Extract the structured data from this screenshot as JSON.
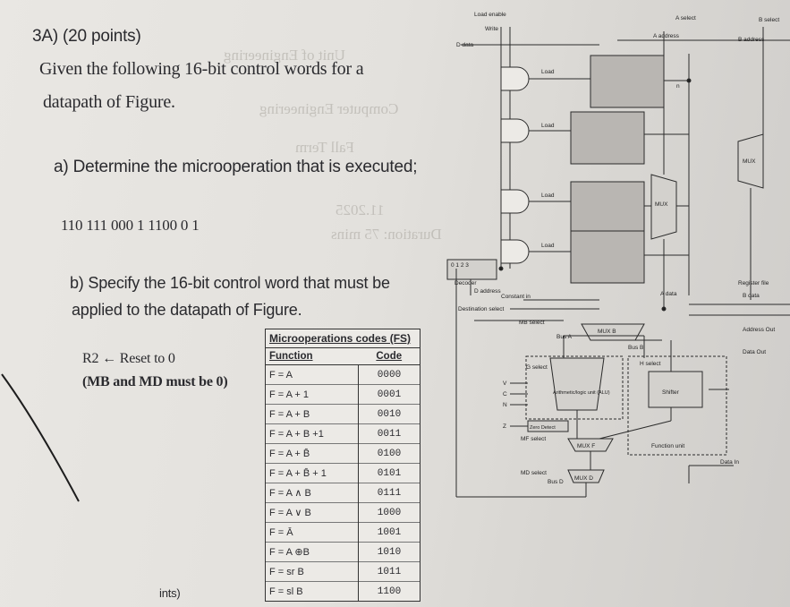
{
  "question": {
    "title": "3A) (20 points)",
    "line1": "Given the following 16-bit control words for a",
    "line2": "datapath of Figure.",
    "part_a": "a) Determine the microoperation that is executed;",
    "control_word": "110 111 000 1 1100 0 1",
    "part_b_line1": "b) Specify the 16-bit control word that must be",
    "part_b_line2": "applied to the datapath of Figure.",
    "reset_lhs": "R2",
    "reset_arrow": "←",
    "reset_rhs": "Reset to 0",
    "mb_md": "(MB and MD must be 0)",
    "footer": "ints)"
  },
  "table": {
    "caption": "Microoperations codes (FS)",
    "col_function": "Function",
    "col_code": "Code",
    "rows": [
      {
        "f": "F = A",
        "c": "0000"
      },
      {
        "f": "F = A + 1",
        "c": "0001"
      },
      {
        "f": "F = A + B",
        "c": "0010"
      },
      {
        "f": "F = A + B +1",
        "c": "0011"
      },
      {
        "f": "F = A + B̄",
        "c": "0100"
      },
      {
        "f": "F = A + B̄ + 1",
        "c": "0101"
      },
      {
        "f": "F = A ∧ B",
        "c": "0111"
      },
      {
        "f": "F = A ∨ B",
        "c": "1000"
      },
      {
        "f": "F = Ā",
        "c": "1001"
      },
      {
        "f": "F = A ⊕B",
        "c": "1010"
      },
      {
        "f": "F = sr B",
        "c": "1011"
      },
      {
        "f": "F = sl B",
        "c": "1100"
      }
    ]
  },
  "diagram": {
    "load_enable": "Load enable",
    "write": "Write",
    "d_data": "D data",
    "load": "Load",
    "decoder": "Decoder",
    "decoder_bits": "0 1 2 3",
    "d_address": "D address",
    "constant_in": "Constant in",
    "destination_select": "Destination select",
    "mb_select": "MB select",
    "a_select": "A select",
    "a_address": "A address",
    "b_select": "B select",
    "b_address": "B address",
    "mux": "MUX",
    "a_data": "A data",
    "register_file": "Register file",
    "b_data": "B data",
    "bus_a": "Bus A",
    "bus_b": "Bus B",
    "mux_b": "MUX B",
    "address_out": "Address Out",
    "data_out": "Data Out",
    "g_select": "G select",
    "alu": "Arithmetic/logic unit (ALU)",
    "h_select": "H select",
    "shifter": "Shifter",
    "function_unit": "Function unit",
    "zero_detect": "Zero Detect",
    "mf_select": "MF select",
    "mux_f": "MUX F",
    "md_select": "MD select",
    "bus_d": "Bus D",
    "mux_d": "MUX D",
    "data_in": "Data In",
    "v": "V",
    "c": "C",
    "n": "N",
    "z": "Z",
    "n_bits": "n"
  },
  "colors": {
    "register_fill": "#b9b6b2",
    "box_fill": "#d3d1cd",
    "line": "#2b2b2b"
  }
}
